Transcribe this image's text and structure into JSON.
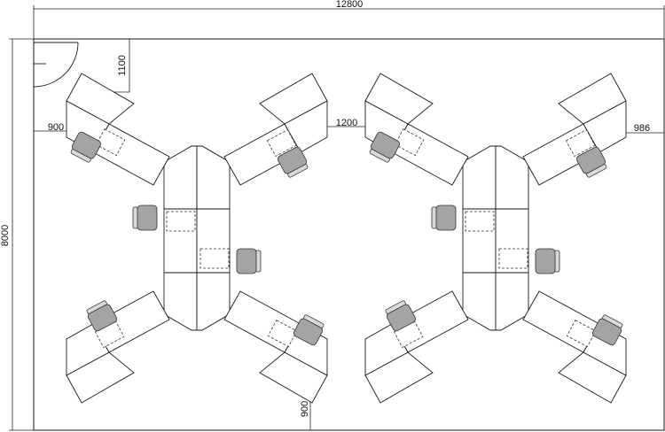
{
  "dimensions": {
    "overall_width": "12800",
    "overall_height": "8000",
    "door_clearance": "1100",
    "left_aisle": "900",
    "center_aisle": "1200",
    "right_aisle": "986",
    "bottom_aisle": "900"
  },
  "colors": {
    "line": "#1a1a1a",
    "chair_seat": "#a4a4a4",
    "chair_back": "#d9d9d9"
  }
}
